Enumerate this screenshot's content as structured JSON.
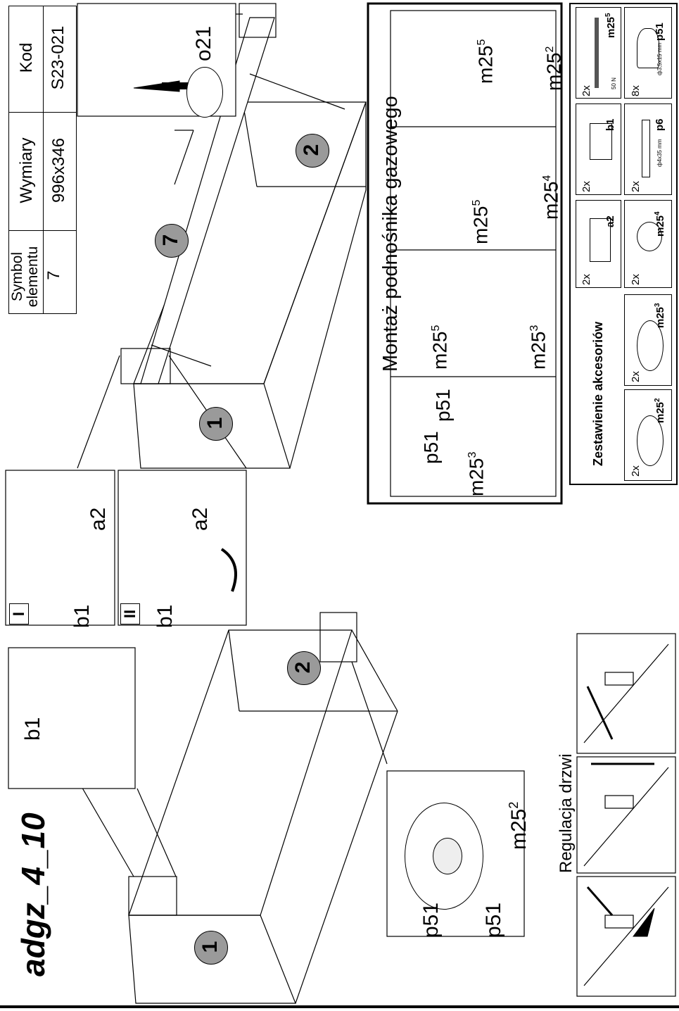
{
  "doc_id": "adgz_4_10",
  "spec_table": {
    "headers": [
      "Symbol elementu",
      "Wymiary",
      "Kod"
    ],
    "row": [
      "7",
      "996x346",
      "S23-021"
    ]
  },
  "labels": {
    "o21": "o21",
    "panel_1": "1",
    "panel_2": "2",
    "panel_7": "7",
    "b1": "b1",
    "a2": "a2",
    "p51": "p51",
    "m25": "m25",
    "step_I": "I",
    "step_II": "II"
  },
  "gas_lift_section": {
    "title": "Montaż podnośnika gazowego",
    "steps": [
      {
        "labels": [
          "p51",
          "p51",
          "m25³"
        ]
      },
      {
        "labels": [
          "m25⁵",
          "m25³"
        ]
      },
      {
        "labels": [
          "m25⁵",
          "m25⁴"
        ]
      },
      {
        "labels": [
          "m25⁵",
          "m25²"
        ]
      }
    ]
  },
  "accessories": {
    "title": "Zestawienie akcesoriów",
    "items": [
      {
        "qty": "2x",
        "code": "m25⁵",
        "note": "50 N"
      },
      {
        "qty": "8x",
        "code": "p51",
        "note": "ф3,5x15 mm"
      },
      {
        "qty": "2x",
        "code": "b1",
        "note": ""
      },
      {
        "qty": "2x",
        "code": "p6",
        "note": "ф4x35 mm"
      },
      {
        "qty": "2x",
        "code": "a2",
        "note": ""
      },
      {
        "qty": "2x",
        "code": "m25⁴",
        "note": ""
      },
      {
        "qty": "2x",
        "code": "m25³",
        "note": ""
      },
      {
        "qty": "2x",
        "code": "m25²",
        "note": ""
      }
    ]
  },
  "door_adjustment": {
    "title": "Regulacja drzwi"
  },
  "colors": {
    "ink": "#000000",
    "panel_badge": "#9a9a9a"
  }
}
